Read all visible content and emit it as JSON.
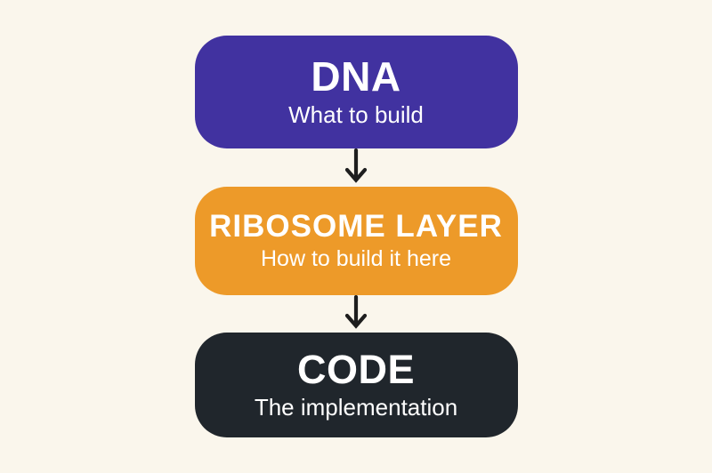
{
  "diagram": {
    "background_color": "#faf6ec",
    "arrow_color": "#1e1e1e",
    "nodes": [
      {
        "title": "DNA",
        "subtitle": "What to build",
        "color": "#4132a0",
        "text_color": "#ffffff"
      },
      {
        "title": "RIBOSOME LAYER",
        "subtitle": "How to build it here",
        "color": "#ed9a29",
        "text_color": "#ffffff"
      },
      {
        "title": "CODE",
        "subtitle": "The implementation",
        "color": "#20262c",
        "text_color": "#ffffff"
      }
    ]
  }
}
